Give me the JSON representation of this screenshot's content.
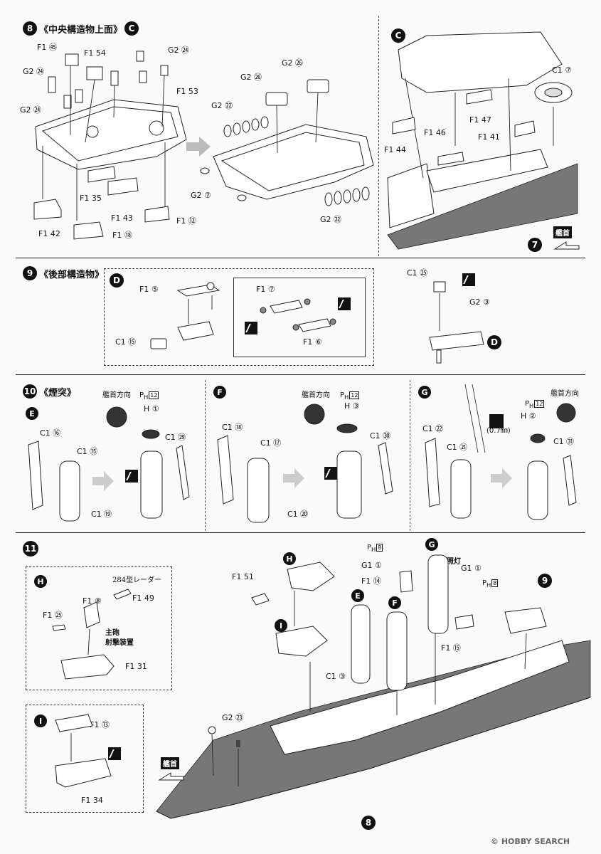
{
  "steps": {
    "s8": {
      "num": "8",
      "title": "《中央構造物上面》",
      "sub": "C",
      "labels": {
        "f55": "F1 ㊺",
        "f54": "F1 54",
        "g24a": "G2 ㉔",
        "g24b": "G2 ㉔",
        "g24c": "G2 ㉔",
        "f53": "F1 53",
        "g26a": "G2 ㉖",
        "g26b": "G2 ㉖",
        "g22a": "G2 ㉒",
        "g22b": "G2 ㉒",
        "g7": "G2 ⑦",
        "f35": "F1 35",
        "f43": "F1 43",
        "f12": "F1 ⑫",
        "f42": "F1 42",
        "f18": "F1 ⑱"
      },
      "right_sub": "C",
      "right_labels": {
        "c7": "C1 ⑦",
        "f47": "F1 47",
        "f46": "F1 46",
        "f41": "F1 41",
        "f44": "F1 44"
      },
      "bow": "艦首",
      "next": "7"
    },
    "s9": {
      "num": "9",
      "title": "《後部構造物》",
      "sub": "D",
      "labels": {
        "f5": "F1 ⑤",
        "c15": "C1 ⑮",
        "f7": "F1 ⑦",
        "f6": "F1 ⑥",
        "c25": "C1 ㉕",
        "g3": "G2 ③"
      },
      "right_sub": "D"
    },
    "s10": {
      "num": "10",
      "title": "《煙突》",
      "panels": [
        {
          "sub": "E",
          "dir": "艦首方向",
          "ph": "P",
          "ph_sub": "H",
          "ph_n": "12",
          "h": "H ①",
          "labels": {
            "a": "C1 ⑯",
            "b": "C1 ⑮",
            "c": "C1 ㉙",
            "d": "C1 ⑲"
          }
        },
        {
          "sub": "F",
          "dir": "艦首方向",
          "ph": "P",
          "ph_sub": "H",
          "ph_n": "12",
          "h": "H ③",
          "labels": {
            "a": "C1 ⑱",
            "b": "C1 ⑰",
            "c": "C1 ㉚",
            "d": "C1 ⑳"
          }
        },
        {
          "sub": "G",
          "dir": "艦首方向",
          "ph": "P",
          "ph_sub": "H",
          "ph_n": "12",
          "h": "H ②",
          "labels": {
            "a": "C1 ㉒",
            "b": "C1 ㉑",
            "c": "C1 ㉛"
          },
          "note": "(0.7㎜)"
        }
      ]
    },
    "s11": {
      "num": "11",
      "H_box": {
        "sub": "H",
        "radar": "284型レーダー",
        "gun": "主砲",
        "gun2": "射撃装置",
        "labels": {
          "f8": "F1 ⑧",
          "f49": "F1 49",
          "f25": "F1 ㉕",
          "f31": "F1 31"
        }
      },
      "I_box": {
        "sub": "I",
        "labels": {
          "f13": "F1 ⑬",
          "f34": "F1 34"
        }
      },
      "main_labels": {
        "f51": "F1 51",
        "c3": "C1 ③",
        "g23": "G2 ㉓",
        "g1a": "G1 ①",
        "f14": "F1 ⑭",
        "g1b": "G1 ①",
        "f15": "F1 ⑮",
        "ph8a_n": "8",
        "ph8b_n": "8",
        "ph8_p": "P",
        "ph8_sub": "H"
      },
      "searchlight": "探照灯",
      "sub_H": "H",
      "sub_I": "I",
      "sub_E": "E",
      "sub_F": "F",
      "sub_G": "G",
      "sub_9": "9",
      "bow": "艦首",
      "next": "8"
    }
  },
  "watermark": "© HOBBY SEARCH"
}
